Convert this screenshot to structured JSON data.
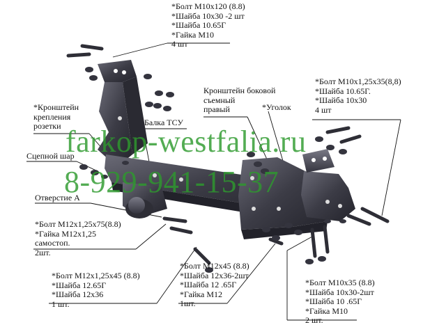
{
  "watermark": {
    "site": "farkop-westfalia.ru",
    "phone": "8-929-941-15-37",
    "color": "#2e9a2e"
  },
  "labels": {
    "top_bolt": [
      "*Болт М10х120 (8.8)",
      "*Шайба 10х30 -2 шт",
      "*Шайба 10.65Г",
      "*Гайка М10",
      " 4 шт"
    ],
    "right_bolt": [
      "*Болт М10х1,25х35(8,8)",
      "*Шайба 10.65Г.",
      "*Шайба 10х30",
      "4 шт"
    ],
    "side_bracket": [
      "Кронштейн боковой",
      "съемный",
      "правый"
    ],
    "corner": "*Уголок",
    "socket_bracket": [
      "*Кронштейн",
      "крепления",
      "розетки"
    ],
    "beam": "Балка ТСУ",
    "ball": "Сцепной шар",
    "hole": "Отверстие А",
    "bolt_m12_75": [
      "*Болт М12х1,25х75(8.8)",
      "*Гайка М12х1,25",
      "самостоп.",
      "2шт."
    ],
    "bolt_m12_45": [
      "*Болт М12х45 (8.8)",
      "*Шайба 12х36-2шт",
      "*Шайба 12 .65Г",
      "*Гайка М12",
      "1шт."
    ],
    "bolt_m12_125_45": [
      "*Болт М12х1,25х45 (8.8)",
      "*Шайба 12.65Г",
      "*Шайба 12х36",
      "1 шт."
    ],
    "bolt_m10_35": [
      "*Болт М10х35 (8.8)",
      "*Шайба 10х30-2шт",
      "*Шайба 10 .65Г",
      "*Гайка М10",
      "2 шт."
    ]
  }
}
